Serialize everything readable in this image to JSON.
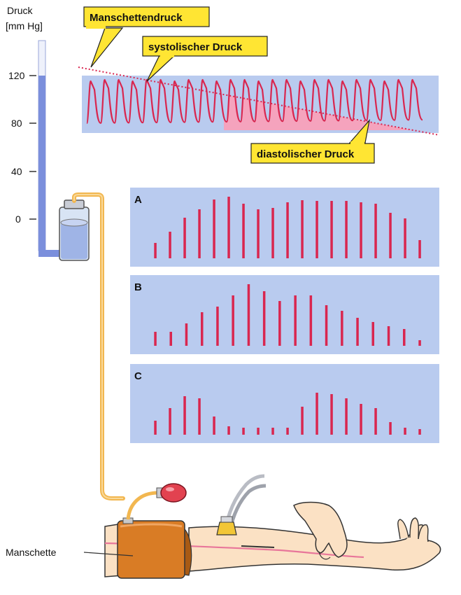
{
  "gauge": {
    "title": "Druck",
    "unit": "[mm Hg]",
    "ticks": [
      "120",
      "80",
      "40",
      "0"
    ]
  },
  "callouts": {
    "cuff_pressure": "Manschettendruck",
    "systolic": "systolischer Druck",
    "diastolic": "diastolischer Druck"
  },
  "labels": {
    "cuff": "Manschette"
  },
  "panels": [
    {
      "letter": "A",
      "values": [
        22,
        38,
        58,
        70,
        84,
        88,
        78,
        70,
        72,
        80,
        83,
        82,
        82,
        82,
        80,
        78,
        65,
        57,
        26
      ]
    },
    {
      "letter": "B",
      "values": [
        20,
        20,
        32,
        48,
        56,
        72,
        88,
        78,
        64,
        72,
        72,
        58,
        50,
        40,
        34,
        28,
        24,
        8
      ]
    },
    {
      "letter": "C",
      "values": [
        20,
        38,
        55,
        52,
        26,
        12,
        10,
        10,
        10,
        10,
        40,
        60,
        58,
        52,
        44,
        38,
        18,
        10,
        8
      ]
    }
  ],
  "colors": {
    "panel_bg": "#b9cbef",
    "signal": "#d9264f",
    "signal_fill": "#f5a3bd",
    "callout_bg": "#ffe533",
    "tube": "#f2b750",
    "mercury": "#7b8fdc",
    "cuff": "#d97c25",
    "skin": "#fbe1c4"
  }
}
